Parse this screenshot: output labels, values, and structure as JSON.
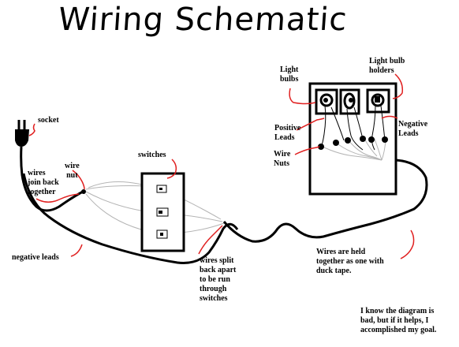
{
  "title": "Wiring Schematic",
  "labels": {
    "socket": "socket",
    "wire_nut": "wire\nnut",
    "wires_join": "wires\njoin back\ntogether",
    "switches": "switches",
    "negative_leads": "negative leads",
    "wires_split": "wires split\nback apart\nto be run\nthrough\nswitches",
    "light_bulbs": "Light\nbulbs",
    "light_bulb_holders": "Light bulb\nholders",
    "positive_leads": "Positive\nLeads",
    "negative_leads_right": "Negative\nLeads",
    "wire_nuts": "Wire\nNuts",
    "duck_tape": "Wires are held\ntogether as one with\nduck tape.",
    "note": "I know the diagram is\nbad, but if it helps, I\naccomplished my goal."
  },
  "colors": {
    "ink": "#000000",
    "annotation": "#e02020",
    "wire_gray": "#b4b4b4"
  }
}
